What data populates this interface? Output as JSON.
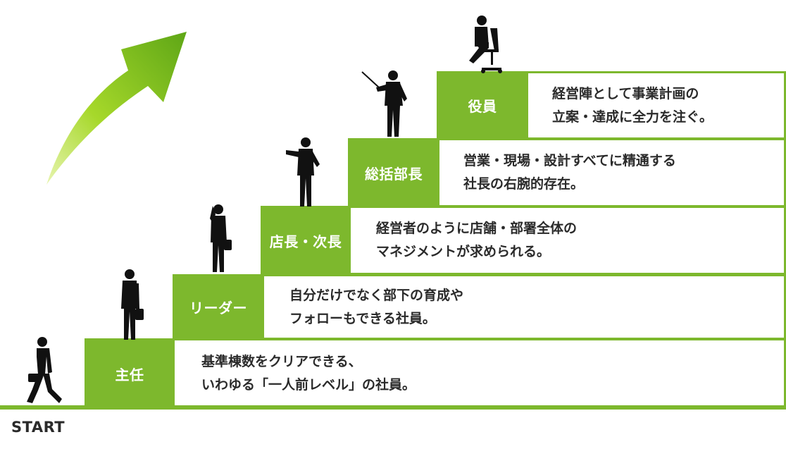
{
  "start_label": "START",
  "colors": {
    "accent": "#7db82d",
    "text": "#2a2a2a",
    "silhouette": "#111111"
  },
  "steps": [
    {
      "label": "主任",
      "desc": [
        "基準棟数をクリアできる、",
        "いわゆる「一人前レベル」の社員。"
      ],
      "figure": "walking-person-icon"
    },
    {
      "label": "リーダー",
      "desc": [
        "自分だけでなく部下の育成や",
        "フォローもできる社員。"
      ],
      "figure": "standing-person-briefcase-icon"
    },
    {
      "label": "店長・次長",
      "desc": [
        "経営者のように店舗・部署全体の",
        "マネジメントが求められる。"
      ],
      "figure": "phone-person-icon"
    },
    {
      "label": "総括部長",
      "desc": [
        "営業・現場・設計すべてに精通する",
        "社長の右腕的存在。"
      ],
      "figure": "pointing-person-icon"
    },
    {
      "label": "役員",
      "desc": [
        "経営陣として事業計画の",
        "立案・達成に全力を注ぐ。"
      ],
      "figure": "presenter-person-icon"
    }
  ],
  "top_figure": "seated-executive-icon",
  "decoration": "green-up-arrow-icon"
}
